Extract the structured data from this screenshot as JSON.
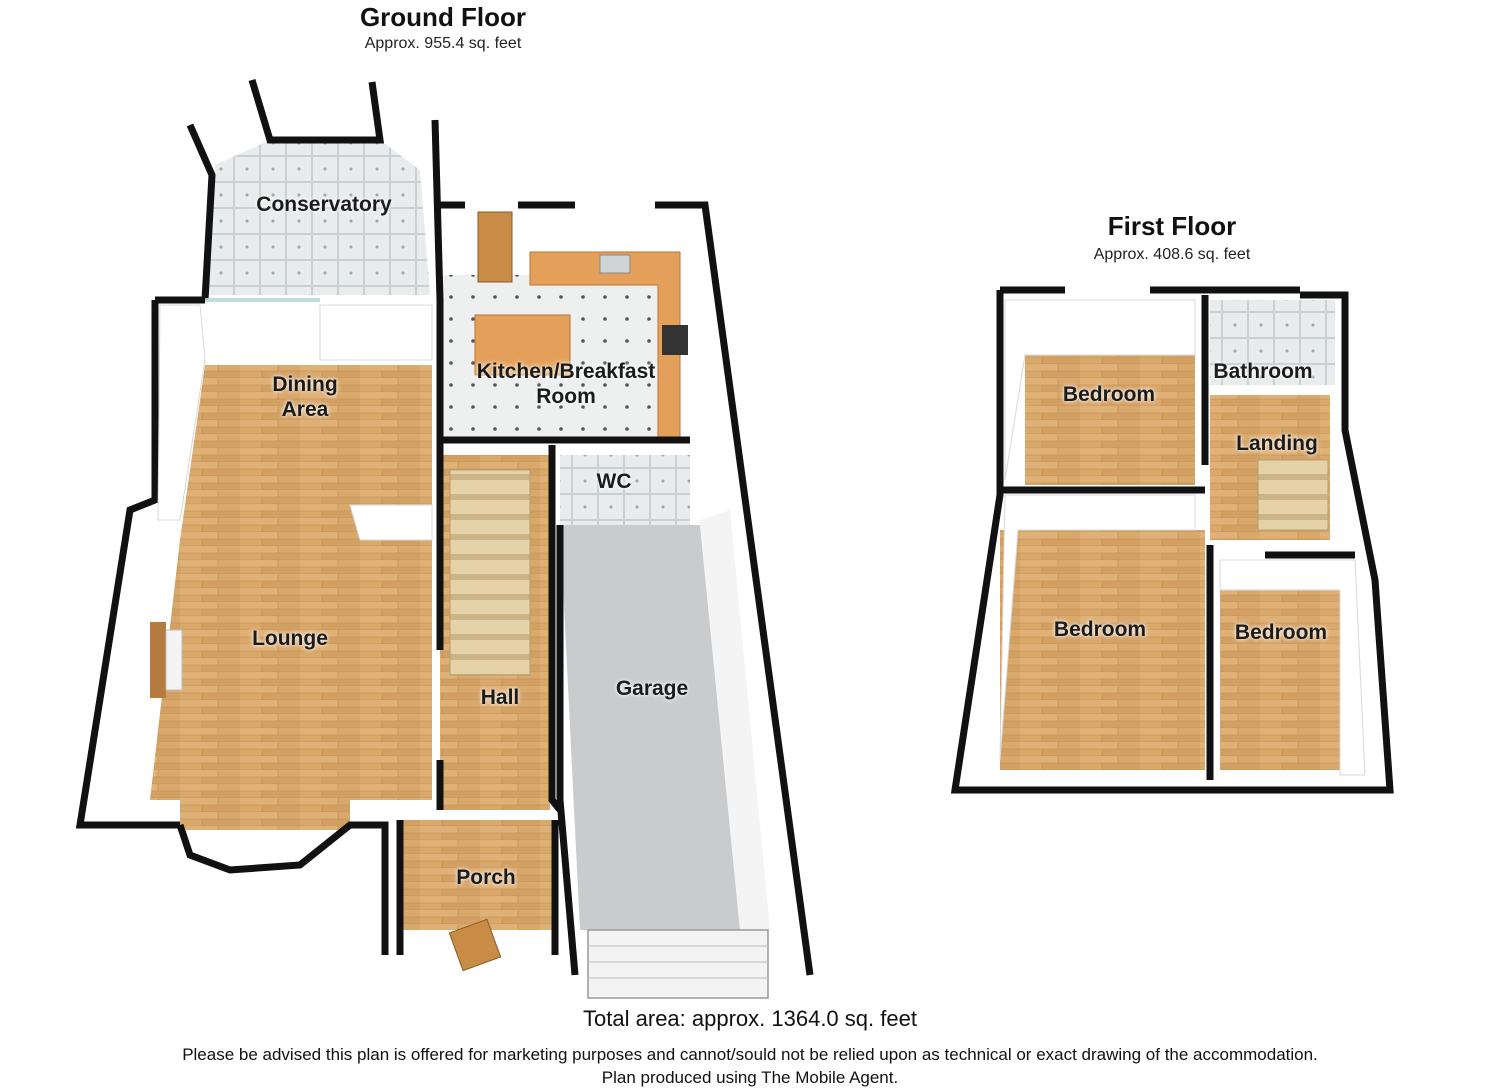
{
  "ground_floor": {
    "title": "Ground Floor",
    "area": "Approx. 955.4 sq. feet",
    "rooms": {
      "conservatory": "Conservatory",
      "dining_line1": "Dining",
      "dining_line2": "Area",
      "kitchen_line1": "Kitchen/Breakfast",
      "kitchen_line2": "Room",
      "wc": "WC",
      "lounge": "Lounge",
      "hall": "Hall",
      "garage": "Garage",
      "porch": "Porch"
    }
  },
  "first_floor": {
    "title": "First Floor",
    "area": "Approx. 408.6 sq. feet",
    "rooms": {
      "bedroom_top": "Bedroom",
      "bathroom": "Bathroom",
      "landing": "Landing",
      "bedroom_main": "Bedroom",
      "bedroom_small": "Bedroom"
    }
  },
  "footer": {
    "total": "Total area: approx. 1364.0 sq. feet",
    "disclaimer": "Please be advised this plan is offered for marketing purposes and cannot/sould not be relied upon as technical or exact drawing of the accommodation.",
    "credit": "Plan produced using The Mobile Agent."
  },
  "colors": {
    "wall": "#111111",
    "wood_floor": "#d9a86b",
    "tile_floor": "#e6eaea",
    "garage_floor": "#c9cbcd",
    "worktop": "#e4a05a"
  }
}
